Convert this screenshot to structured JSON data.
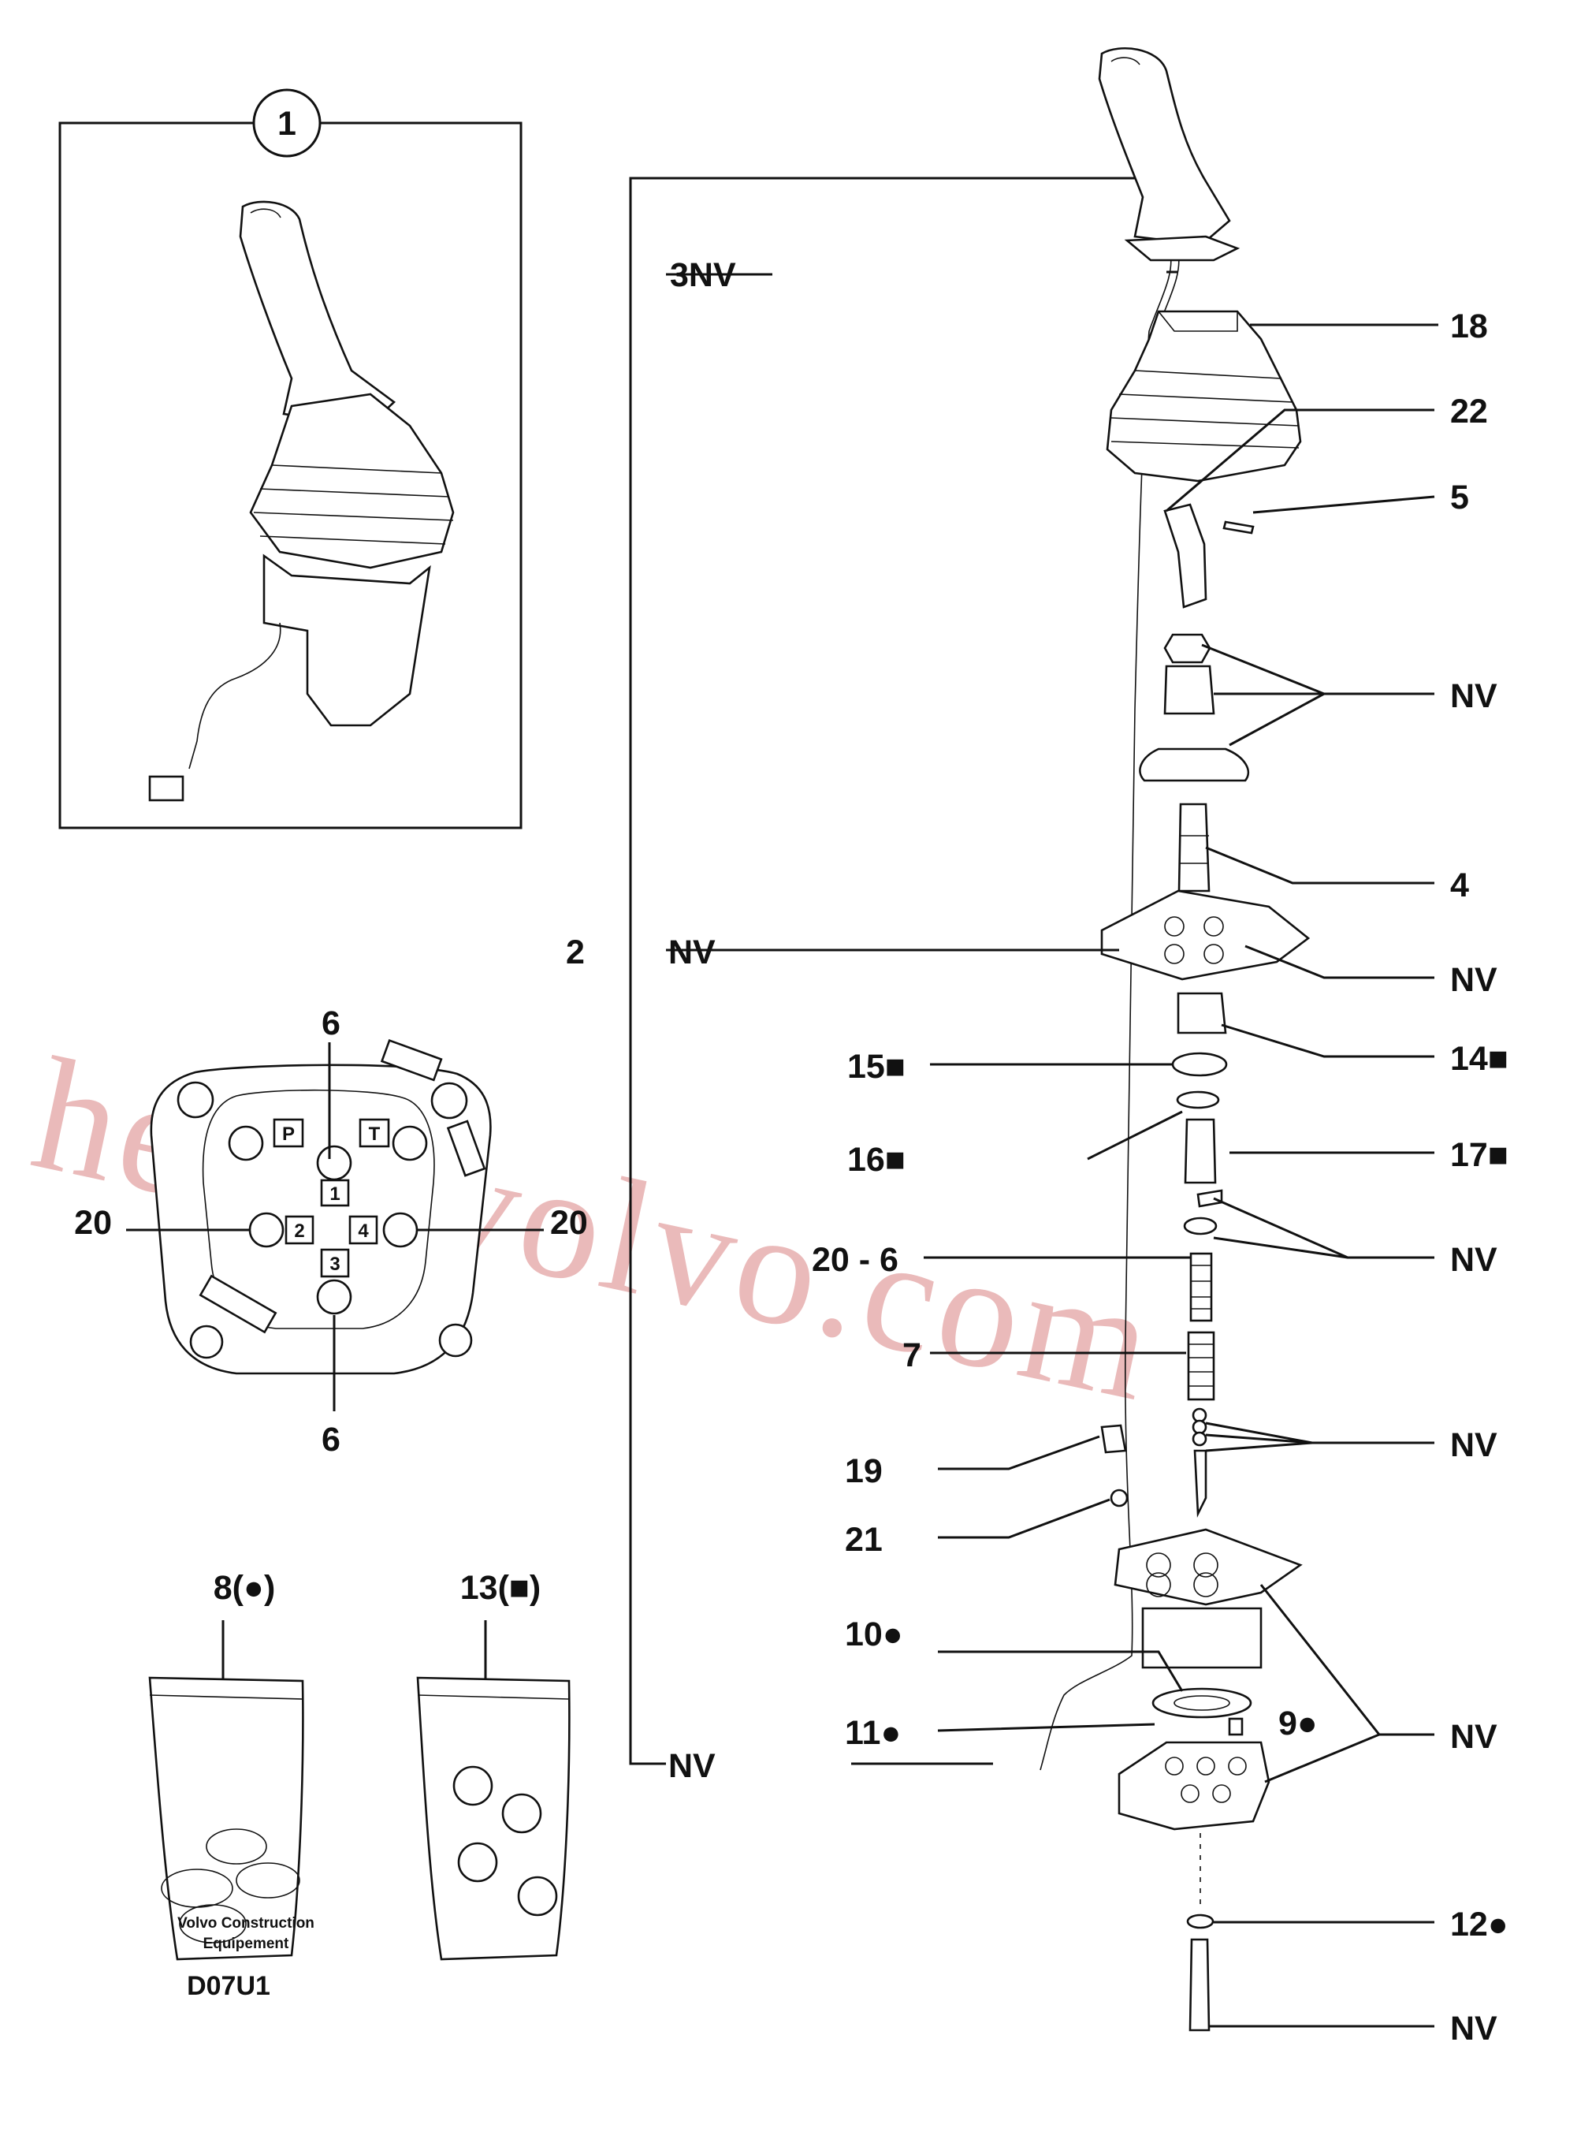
{
  "drawing_code": "D07U1",
  "maker": {
    "line1": "Volvo Construction",
    "line2": "Equipement"
  },
  "watermark": "heavyvolvo.com",
  "inset": {
    "number": "1"
  },
  "valve_face": {
    "ports": [
      "P",
      "T",
      "1",
      "2",
      "4",
      "3"
    ],
    "top_label": "6",
    "bottom_label": "6",
    "left_label": "20",
    "right_label": "20"
  },
  "kits": [
    {
      "label": "8(●)"
    },
    {
      "label": "13(■)"
    }
  ],
  "callouts": {
    "c3nv": "3NV",
    "c18": "18",
    "c22": "22",
    "c5": "5",
    "cnv1": "NV",
    "c4": "4",
    "c2": "2",
    "c2nv": "NV",
    "cnv2": "NV",
    "c15": "15■",
    "c14": "14■",
    "c16": "16■",
    "c17": "17■",
    "cnv3": "NV",
    "c206": "20 - 6",
    "c7": "7",
    "cnv4": "NV",
    "c19": "19",
    "c21": "21",
    "c10": "10●",
    "c11": "11●",
    "c9": "9●",
    "cnvbot": "NV",
    "cnv5": "NV",
    "c12": "12●",
    "cnv6": "NV"
  }
}
